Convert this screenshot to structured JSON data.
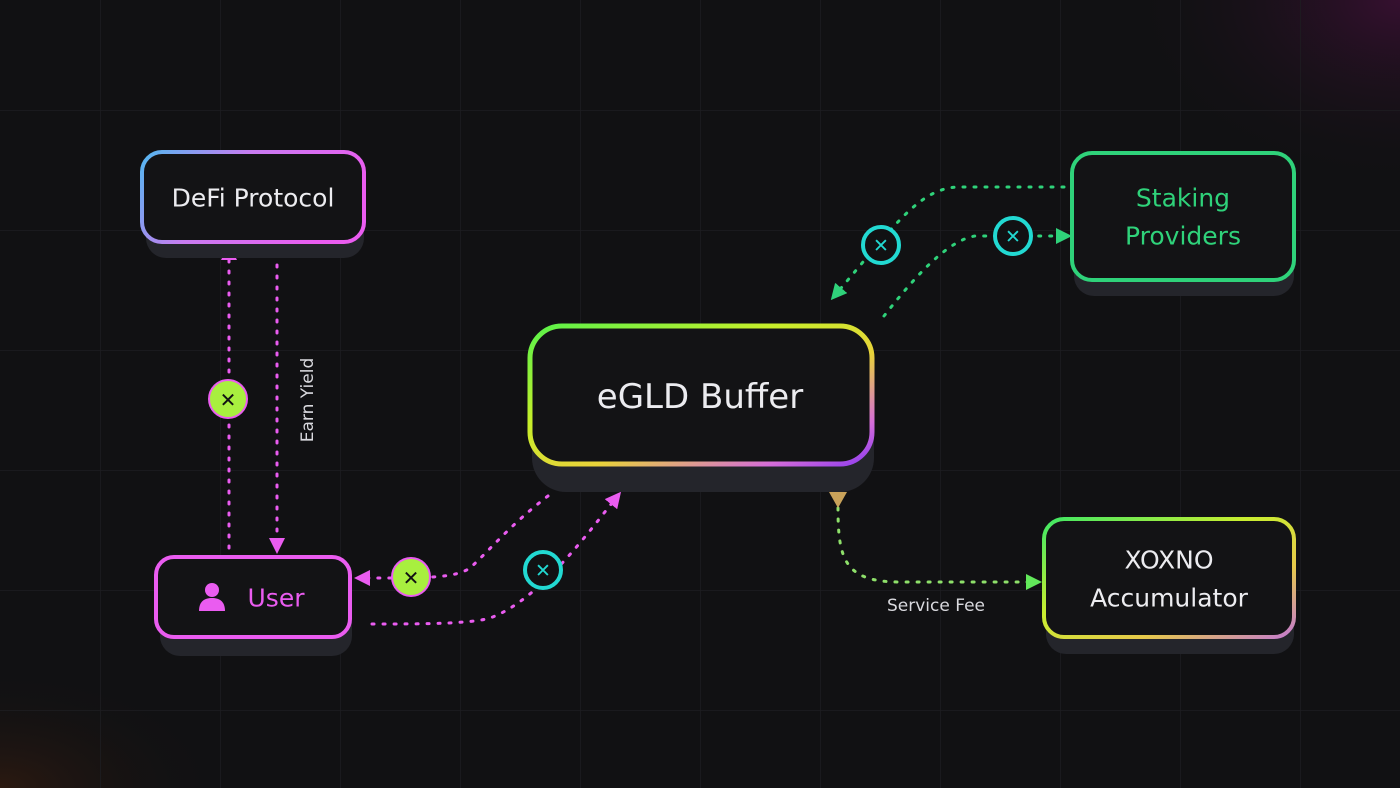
{
  "colors": {
    "background": "#111113",
    "grid": "#1f1f22",
    "pink": "#ea5cf0",
    "green": "#2fd27a",
    "lime": "#a8ef3f",
    "cyan": "#22d9d2",
    "gold": "#c9a25a"
  },
  "nodes": {
    "defi": {
      "label": "DeFi Protocol"
    },
    "user": {
      "label": "User",
      "icon": "person-icon"
    },
    "buffer": {
      "label": "eGLD Buffer"
    },
    "staking": {
      "line1": "Staking",
      "line2": "Providers"
    },
    "xoxno": {
      "line1": "XOXNO",
      "line2": "Accumulator"
    }
  },
  "edges": {
    "earn_yield_label": "Earn Yield",
    "service_fee_label": "Service Fee"
  },
  "tokens": {
    "glyph": "✕",
    "icon": "multiversx-token-icon"
  }
}
